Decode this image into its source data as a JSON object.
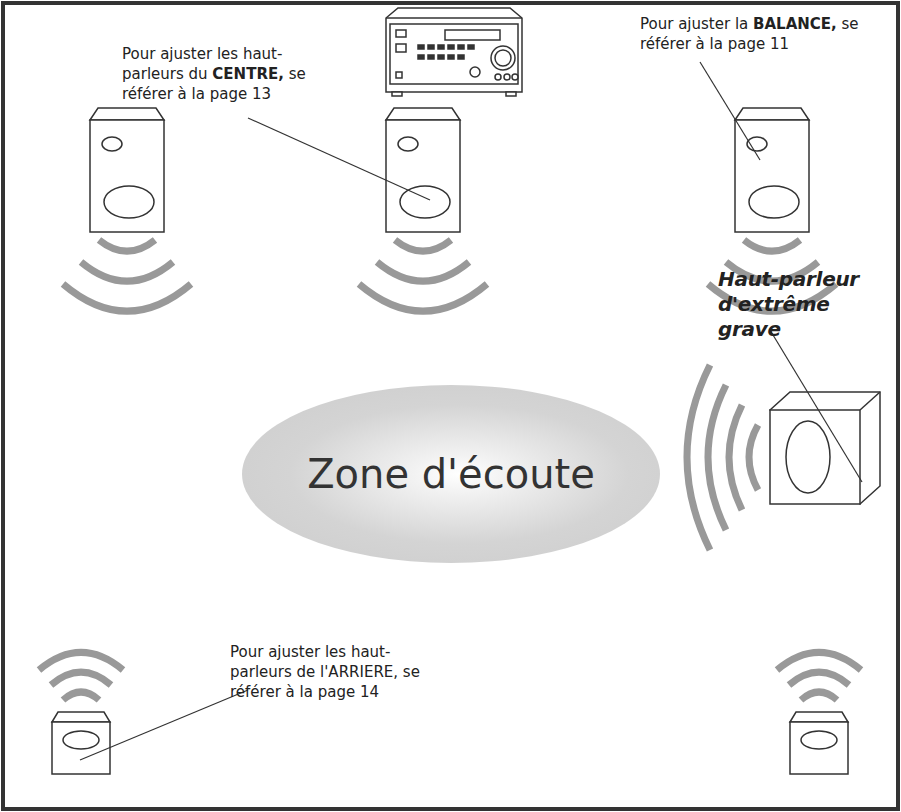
{
  "diagram": {
    "nodes": [
      {
        "text": [
          "Zone d'écoute"
        ]
      }
    ],
    "labels": [
      "Pour ajuster les haut-parleurs du CENTRE, se référer à la page 13",
      "Pour ajuster la BALANCE, se référer à la page 11",
      "Haut-parleur d'extrême grave",
      "Pour ajuster les haut-parleurs de l'ARRIERE, se référer à la page 14"
    ]
  }
}
